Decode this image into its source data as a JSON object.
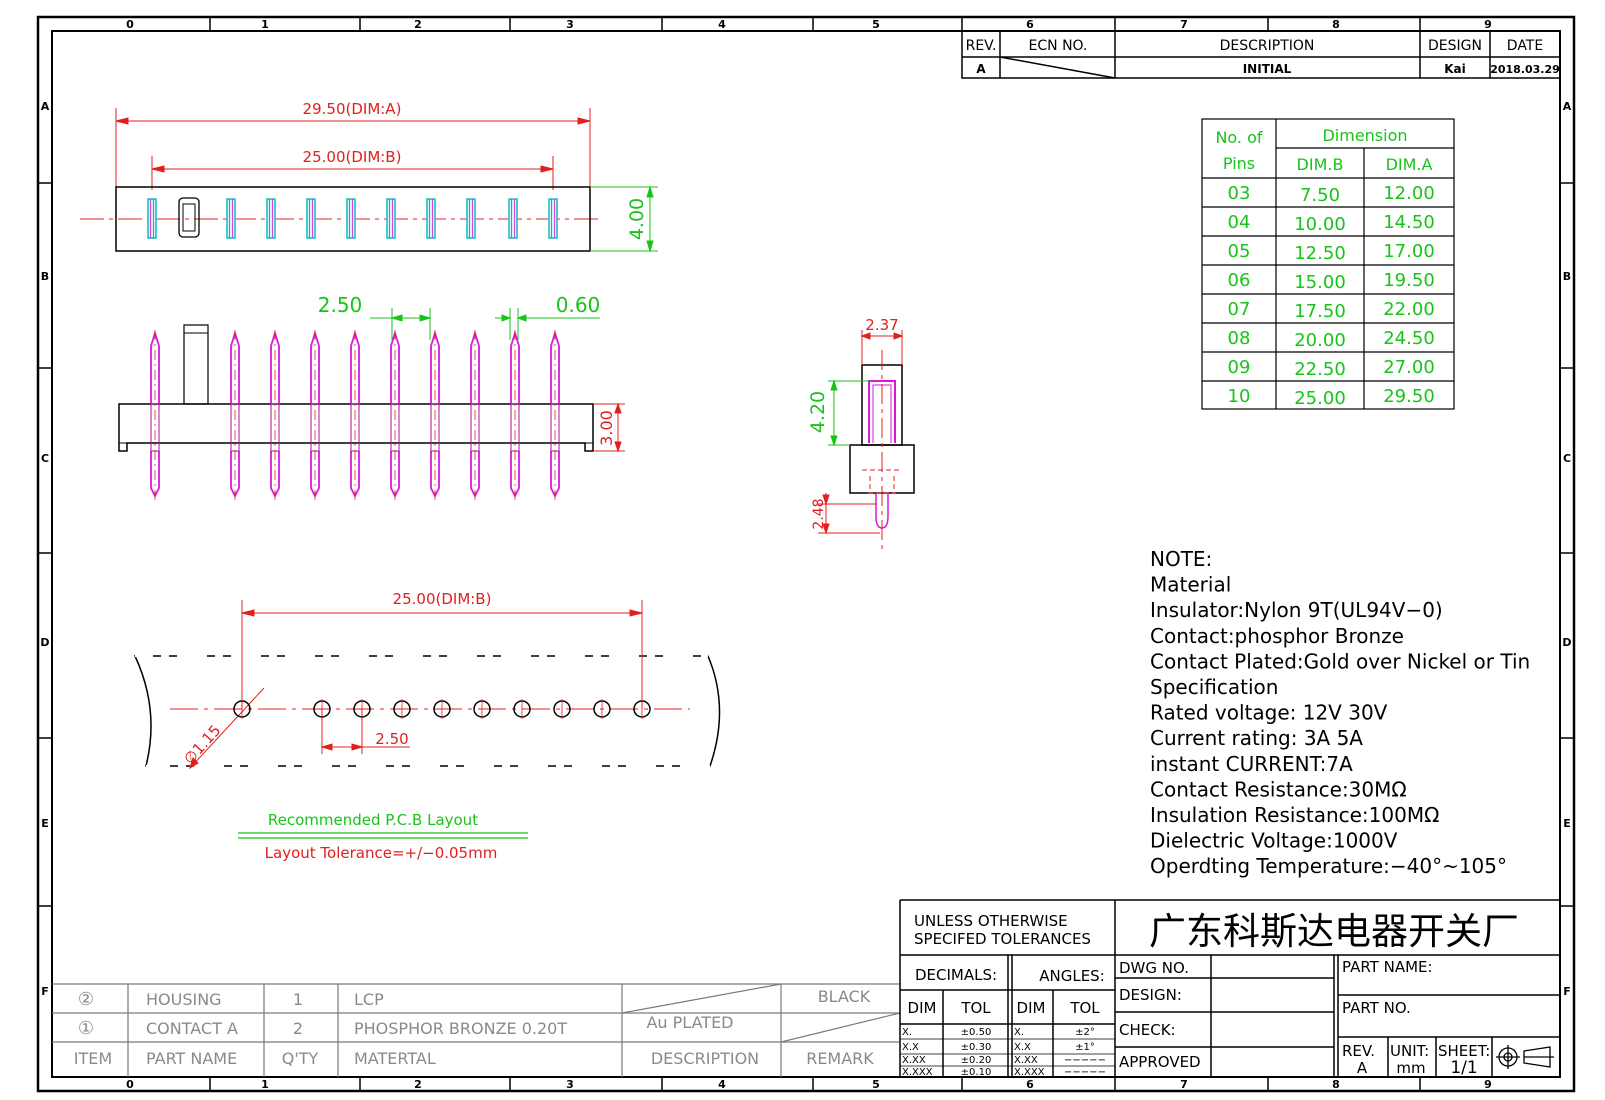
{
  "frame": {
    "columns": [
      "0",
      "1",
      "2",
      "3",
      "4",
      "5",
      "6",
      "7",
      "8",
      "9"
    ],
    "rows": [
      "A",
      "B",
      "C",
      "D",
      "E",
      "F"
    ]
  },
  "revision_block": {
    "headers": {
      "rev": "REV.",
      "ecn": "ECN  NO.",
      "description": "DESCRIPTION",
      "design": "DESIGN",
      "date": "DATE"
    },
    "row": {
      "rev": "A",
      "description": "INITIAL",
      "design": "Kai",
      "date": "2018.03.29"
    }
  },
  "top_view": {
    "dim_a": "29.50(DIM:A)",
    "dim_b": "25.00(DIM:B)",
    "height": "4.00"
  },
  "front_view": {
    "pitch": "2.50",
    "pin_width": "0.60",
    "body_height": "3.00"
  },
  "side_view": {
    "width": "2.37",
    "pin_above": "4.20",
    "pin_below": "2.48"
  },
  "pcb_layout": {
    "dim_b": "25.00(DIM:B)",
    "pitch": "2.50",
    "hole": "∅1.15",
    "title": "Recommended  P.C.B  Layout",
    "tolerance": "Layout  Tolerance=+/−0.05mm"
  },
  "dimension_table": {
    "head_pins": [
      "No.  of",
      "Pins"
    ],
    "head_dimension": "Dimension",
    "col_b": "DIM.B",
    "col_a": "DIM.A",
    "rows": [
      {
        "pins": "03",
        "dim_b": "7.50",
        "dim_a": "12.00"
      },
      {
        "pins": "04",
        "dim_b": "10.00",
        "dim_a": "14.50"
      },
      {
        "pins": "05",
        "dim_b": "12.50",
        "dim_a": "17.00"
      },
      {
        "pins": "06",
        "dim_b": "15.00",
        "dim_a": "19.50"
      },
      {
        "pins": "07",
        "dim_b": "17.50",
        "dim_a": "22.00"
      },
      {
        "pins": "08",
        "dim_b": "20.00",
        "dim_a": "24.50"
      },
      {
        "pins": "09",
        "dim_b": "22.50",
        "dim_a": "27.00"
      },
      {
        "pins": "10",
        "dim_b": "25.00",
        "dim_a": "29.50"
      }
    ]
  },
  "notes": [
    "NOTE:",
    "Material",
    "Insulator:Nylon  9T(UL94V−0)",
    "Contact:phosphor  Bronze",
    "Contact  Plated:Gold  over  Nickel  or  Tin",
    "Specification",
    "Rated  voltage:  12V  30V",
    " Current  rating:  3A    5A",
    "instant  CURRENT:7A",
    "Contact  Resistance:30MΩ",
    "Insulation  Resistance:100MΩ",
    "Dielectric  Voltage:1000V",
    "Operdting  Temperature:−40°~105°"
  ],
  "bom": {
    "rows": [
      {
        "item": "②",
        "part": "HOUSING",
        "qty": "1",
        "material": "LCP",
        "description": "",
        "remark": "BLACK"
      },
      {
        "item": "①",
        "part": "CONTACT  A",
        "qty": "2",
        "material": "PHOSPHOR  BRONZE  0.20T",
        "description": "Au  PLATED",
        "remark": ""
      }
    ],
    "header": {
      "item": "ITEM",
      "part": "PART  NAME",
      "qty": "Q'TY",
      "material": "MATERTAL",
      "description": "DESCRIPTION",
      "remark": "REMARK"
    }
  },
  "title_block": {
    "tolerance_note": [
      "UNLESS  OTHERWISE",
      "SPECIFED  TOLERANCES"
    ],
    "company": "广东科斯达电器开关厂",
    "decimals": "DECIMALS:",
    "angles": "ANGLES:",
    "dim": "DIM",
    "tol": "TOL",
    "decimal_rows": [
      [
        "X.",
        "±0.50"
      ],
      [
        "X.X",
        "±0.30"
      ],
      [
        "X.XX",
        "±0.20"
      ],
      [
        "X.XXX",
        "±0.10"
      ]
    ],
    "angle_rows": [
      [
        "X.",
        "±2°"
      ],
      [
        "X.X",
        "±1°"
      ],
      [
        "X.XX",
        "−−−−−"
      ],
      [
        "X.XXX",
        "−−−−−"
      ]
    ],
    "dwg_no": "DWG  NO.",
    "design": "DESIGN:",
    "check": "CHECK:",
    "approved": "APPROVED",
    "part_name": "PART  NAME:",
    "part_no": "PART  NO.",
    "rev_label": "REV.",
    "rev_value": "A",
    "unit_label": "UNIT:",
    "unit_value": "mm",
    "sheet_label": "SHEET:",
    "sheet_value": "1/1"
  }
}
